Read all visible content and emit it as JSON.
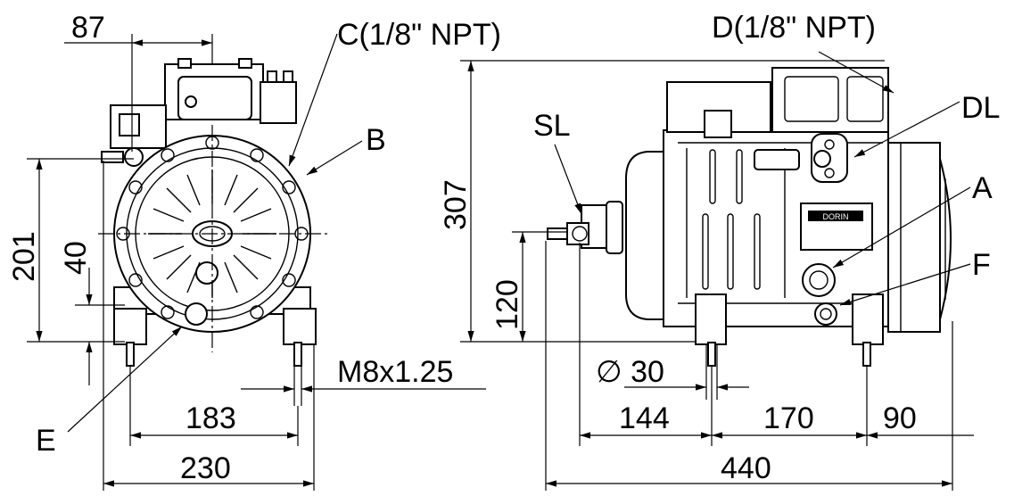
{
  "front_view": {
    "dim_87": "87",
    "dim_201": "201",
    "dim_40": "40",
    "dim_183": "183",
    "dim_230": "230",
    "label_c": "C(1/8\" NPT)",
    "label_b": "B",
    "label_e": "E",
    "thread": "M8x1.25"
  },
  "side_view": {
    "dim_307": "307",
    "dim_120": "120",
    "dim_30": "∅ 30",
    "dim_144": "144",
    "dim_170": "170",
    "dim_90": "90",
    "dim_440": "440",
    "label_d": "D(1/8\" NPT)",
    "label_dl": "DL",
    "label_sl": "SL",
    "label_a": "A",
    "label_f": "F",
    "nameplate": "DORIN"
  }
}
